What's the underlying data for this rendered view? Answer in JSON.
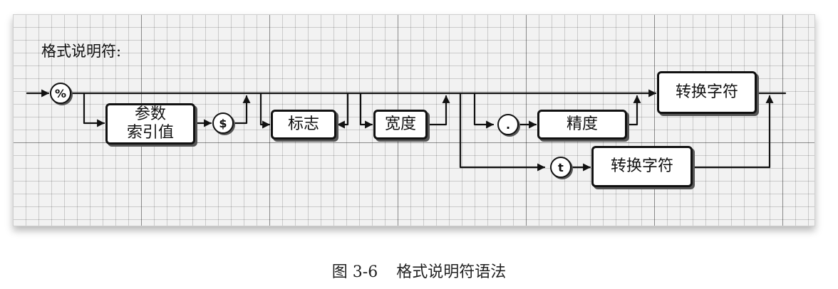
{
  "diagram": {
    "label": "格式说明符:",
    "percent": "%",
    "arg_index": [
      "参数",
      "索引值"
    ],
    "dollar": "$",
    "flags": "标志",
    "width": "宽度",
    "dot": ".",
    "precision": "精度",
    "conversion_char": "转换字符",
    "t": "t",
    "time_conversion_char": "转换字符"
  },
  "caption": {
    "figure_number": "图 3-6",
    "title": "格式说明符语法"
  }
}
